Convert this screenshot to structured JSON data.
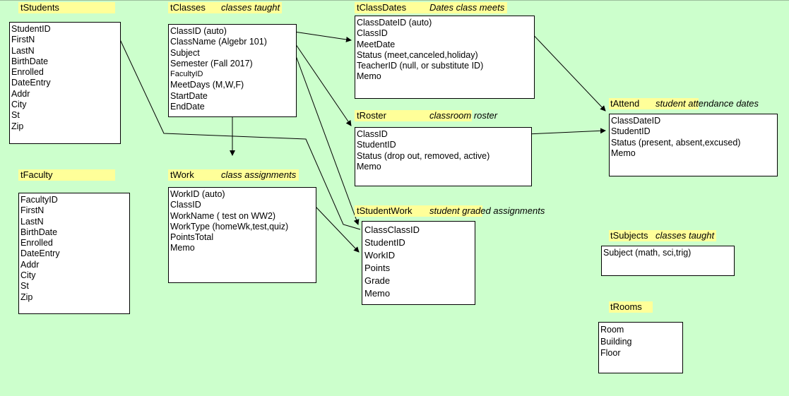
{
  "tables": {
    "tStudents": {
      "name": "tStudents",
      "fields": [
        "StudentID",
        "FirstN",
        "LastN",
        "BirthDate",
        "Enrolled",
        "DateEntry",
        "Addr",
        "City",
        "St",
        "Zip"
      ]
    },
    "tClasses": {
      "name": "tClasses",
      "description": "classes taught",
      "fields": [
        "ClassID  (auto)",
        "ClassName (Algebr  101)",
        "Subject",
        "Semester  (Fall 2017)",
        "FacultyID",
        "MeetDays (M,W,F)",
        "StartDate",
        "EndDate"
      ]
    },
    "tClassDates": {
      "name": "tClassDates",
      "description": "Dates class meets",
      "fields": [
        "ClassDateID (auto)",
        "ClassID",
        "MeetDate",
        "Status  (meet,canceled,holiday)",
        "TeacherID   (null,  or substitute ID)",
        "Memo"
      ]
    },
    "tRoster": {
      "name": "tRoster",
      "description": "classroom roster",
      "fields": [
        "ClassID",
        "StudentID",
        "Status  (drop out, removed, active)",
        "Memo"
      ]
    },
    "tAttend": {
      "name": "tAttend",
      "description": "student attendance dates",
      "fields": [
        "ClassDateID",
        "StudentID",
        "Status  (present, absent,excused)",
        "Memo"
      ]
    },
    "tFaculty": {
      "name": "tFaculty",
      "fields": [
        "FacultyID",
        "FirstN",
        "LastN",
        "BirthDate",
        "Enrolled",
        "DateEntry",
        "Addr",
        "City",
        "St",
        "Zip"
      ]
    },
    "tWork": {
      "name": "tWork",
      "description": "class assignments",
      "fields": [
        "WorkID (auto)",
        "ClassID",
        "WorkName  ( test on WW2)",
        "WorkType (homeWk,test,quiz)",
        "PointsTotal",
        "Memo"
      ]
    },
    "tStudentWork": {
      "name": "tStudentWork",
      "description": "student graded assignments",
      "fields": [
        "ClassClassID",
        "StudentID",
        "WorkID",
        "Points",
        "Grade",
        "Memo"
      ]
    },
    "tSubjects": {
      "name": "tSubjects",
      "description": "classes taught",
      "fields": [
        "Subject  (math, sci,trig)"
      ]
    },
    "tRooms": {
      "name": "tRooms",
      "fields": [
        "Room",
        "Building",
        "Floor"
      ]
    }
  },
  "relationships": [
    {
      "from": "tClasses.ClassID",
      "to": "tClassDates"
    },
    {
      "from": "tClasses.ClassID",
      "to": "tRoster"
    },
    {
      "from": "tClasses.ClassID",
      "to": "tStudentWork"
    },
    {
      "from": "tClasses",
      "to": "tWork"
    },
    {
      "from": "tStudents.StudentID",
      "to": "tStudentWork.StudentID"
    },
    {
      "from": "tClassDates.ClassDateID",
      "to": "tAttend"
    },
    {
      "from": "tRoster",
      "to": "tAttend"
    },
    {
      "from": "tWork.WorkID",
      "to": "tStudentWork.WorkID"
    }
  ],
  "colors": {
    "background": "#ccffcc",
    "label_highlight": "#ffff99",
    "box": "#ffffff",
    "line": "#000000"
  }
}
